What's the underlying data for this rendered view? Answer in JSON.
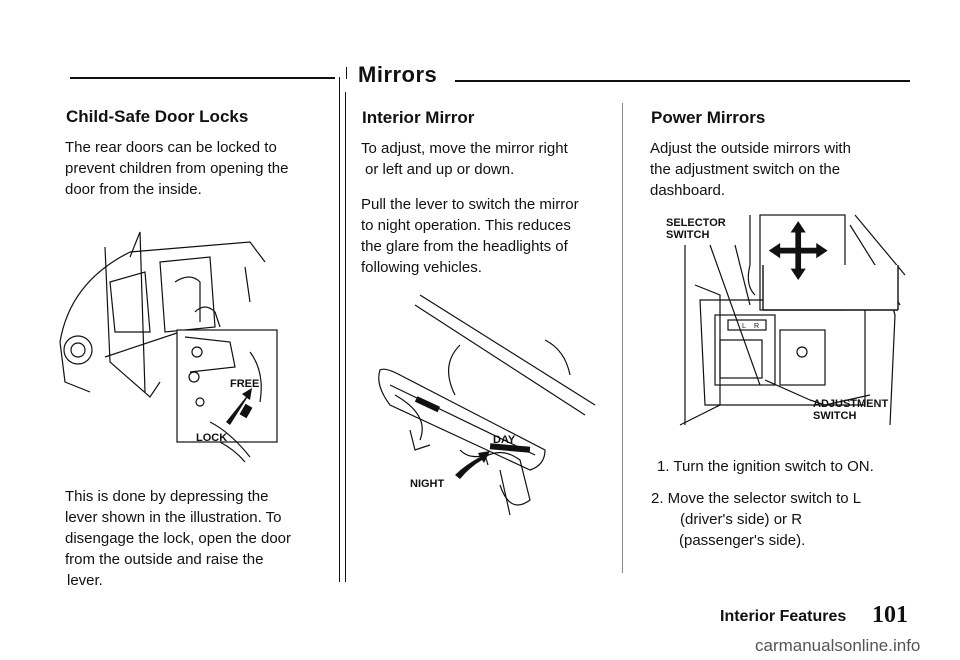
{
  "header": {
    "title": "Mirrors"
  },
  "left": {
    "heading": "Child-Safe Door Locks",
    "intro": [
      "The rear doors can be locked to",
      "prevent children from opening the",
      "door from the inside."
    ],
    "labels": {
      "free": "FREE",
      "lock": "LOCK"
    },
    "body": [
      "This is done by depressing the",
      "lever shown in the illustration. To",
      "disengage the lock, open the door",
      "from the outside and raise the",
      "lever."
    ]
  },
  "middle": {
    "heading": "Interior Mirror",
    "p1": [
      "To adjust, move the mirror right",
      "or left and up or down."
    ],
    "p2": [
      "Pull the lever to switch the mirror",
      "to night operation. This reduces",
      "the glare from the headlights of",
      "following vehicles."
    ],
    "labels": {
      "day": "DAY",
      "night": "NIGHT"
    }
  },
  "right": {
    "heading": "Power Mirrors",
    "intro": [
      "Adjust the outside mirrors with",
      "the adjustment switch on the",
      "dashboard."
    ],
    "labels": {
      "selector": [
        "SELECTOR",
        "SWITCH"
      ],
      "adjustment": [
        "ADJUSTMENT",
        "SWITCH"
      ],
      "switch_l": "L",
      "switch_r": "R"
    },
    "steps": [
      {
        "text": "1. Turn the ignition switch to ON."
      },
      {
        "text": "2. Move the selector switch to L"
      },
      {
        "text": "(driver's side) or R"
      },
      {
        "text": "(passenger's side)."
      }
    ]
  },
  "footer": {
    "section": "Interior Features",
    "page": "101",
    "watermark": "carmanualsonline.info"
  }
}
